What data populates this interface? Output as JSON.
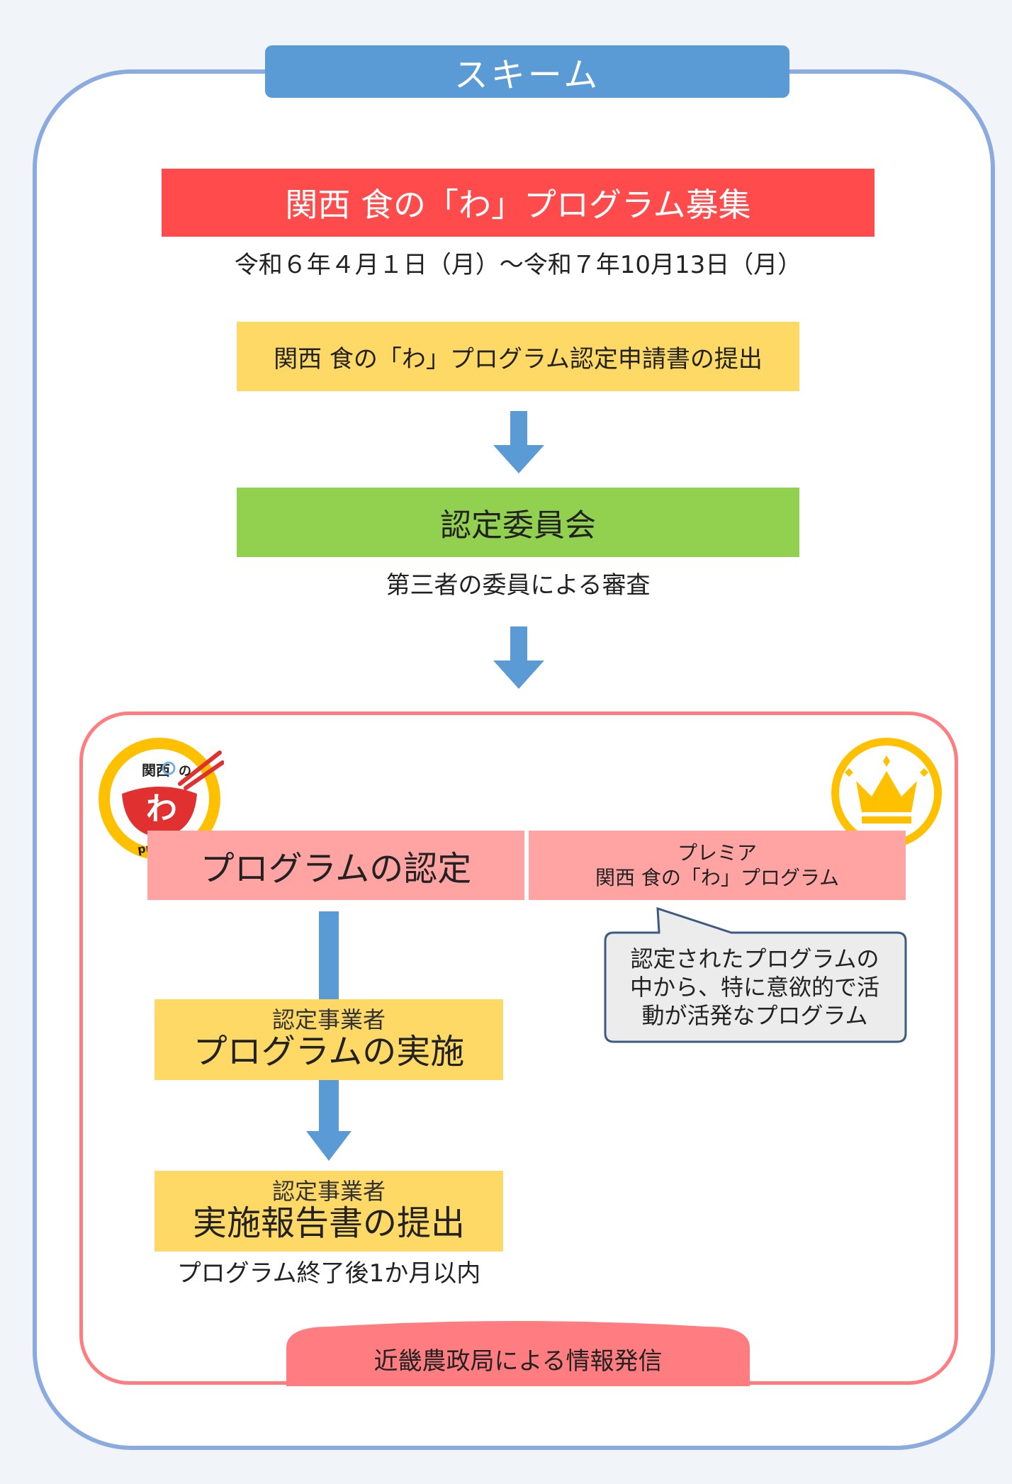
{
  "title": "スキーム",
  "recruitment": {
    "banner": "関西 食の「わ」プログラム募集",
    "period": "令和６年４月１日（月）～令和７年10月13日（月）"
  },
  "steps": {
    "application": "関西 食の「わ」プログラム認定申請書の提出",
    "committee": "認定委員会",
    "committee_note": "第三者の委員による審査"
  },
  "certification": {
    "program_cert": "プログラムの認定",
    "premier_line1": "プレミア",
    "premier_line2": "関西 食の「わ」プログラム",
    "premier_note_lines": [
      "認定されたプログラムの",
      "中から、特に意欲的で活",
      "動が活発なプログラム"
    ],
    "implementation_sub": "認定事業者",
    "implementation_main": "プログラムの実施",
    "report_sub": "認定事業者",
    "report_main": "実施報告書の提出",
    "report_note": "プログラム終了後1か月以内",
    "info_release": "近畿農政局による情報発信"
  },
  "logo": {
    "top_text": "関西",
    "top_text2": "の",
    "center_char": "わ",
    "bottom_text": "project"
  },
  "icons": {
    "arrow": "arrow-down-icon",
    "crown": "crown-icon",
    "logo": "kansai-wa-project-logo"
  },
  "colors": {
    "frame": "#8aaae0",
    "title_tab": "#5b9bd5",
    "recruit_banner": "#ff4b4b",
    "yellow": "#ffd966",
    "green": "#92d050",
    "pink": "#ffa3a3",
    "inner_frame": "#ff7c80",
    "arrow": "#5b9bd5",
    "crown_circle": "#ffc000"
  }
}
